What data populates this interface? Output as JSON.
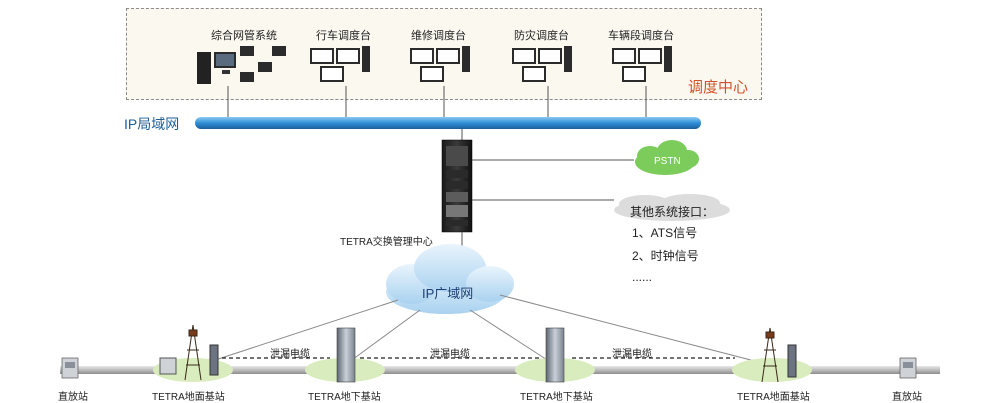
{
  "dispatch_center": {
    "label": "调度中心",
    "workstations": [
      {
        "label": "综合网管系统",
        "icon": "network-management-pc-icon"
      },
      {
        "label": "行车调度台",
        "icon": "dispatch-console-icon"
      },
      {
        "label": "维修调度台",
        "icon": "dispatch-console-icon"
      },
      {
        "label": "防灾调度台",
        "icon": "dispatch-console-icon"
      },
      {
        "label": "车辆段调度台",
        "icon": "dispatch-console-icon"
      }
    ]
  },
  "lan": {
    "label": "IP局域网"
  },
  "switch_center": {
    "label": "TETRA交换管理中心",
    "icon": "server-rack-icon"
  },
  "pstn": {
    "label": "PSTN"
  },
  "other_interfaces": {
    "title": "其他系统接口：",
    "items": [
      "1、ATS信号",
      "2、时钟信号",
      "......"
    ]
  },
  "ip_wan": {
    "label": "IP广域网"
  },
  "leaky_cable_label": "泄漏电缆",
  "stations": [
    {
      "label": "直放站",
      "type": "repeater"
    },
    {
      "label": "TETRA地面基站",
      "type": "ground"
    },
    {
      "label": "TETRA地下基站",
      "type": "underground"
    },
    {
      "label": "TETRA地下基站",
      "type": "underground"
    },
    {
      "label": "TETRA地面基站",
      "type": "ground"
    },
    {
      "label": "直放站",
      "type": "repeater"
    }
  ],
  "colors": {
    "lan_pipe": "#2f8fd6",
    "cloud": "#cfe6f7",
    "pstn": "#7ccc5b",
    "ellipse": "#d9ecbe",
    "zone_text": "#d0532b"
  }
}
